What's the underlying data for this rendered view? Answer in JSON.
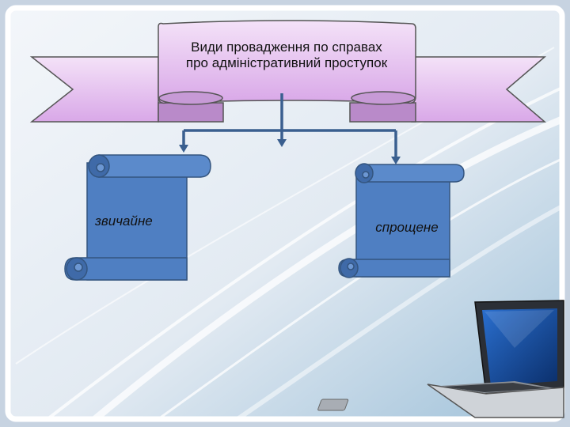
{
  "banner": {
    "title_line1": "Види провадження по справах",
    "title_line2": "про адміністративний проступок"
  },
  "branches": [
    {
      "label": "звичайне"
    },
    {
      "label": "спрощене"
    }
  ],
  "colors": {
    "banner_fill": "#e6bff0",
    "banner_stroke": "#555555",
    "scroll_fill": "#4f7fc2",
    "scroll_stroke": "#34557f",
    "connector": "#3a5f8f",
    "frame": "#ffffff"
  },
  "icons": [
    "laptop-icon"
  ]
}
